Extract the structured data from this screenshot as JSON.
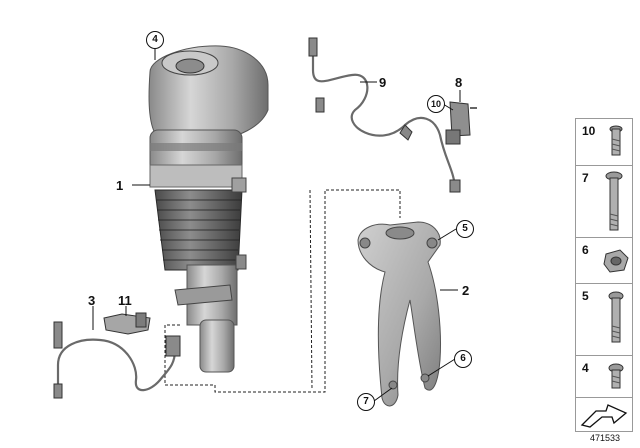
{
  "callouts": {
    "part_1": "1",
    "part_2": "2",
    "part_3": "3",
    "part_4": "4",
    "part_5": "5",
    "part_6": "6",
    "part_7": "7",
    "part_8": "8",
    "part_9": "9",
    "part_10": "10",
    "part_11": "11"
  },
  "legend": {
    "items": [
      "10",
      "7",
      "6",
      "5",
      "4"
    ]
  },
  "document_number": "471533",
  "colors": {
    "part_fill": "#b5b5b5",
    "part_dark": "#6f6f6f",
    "part_light": "#d9d9d9",
    "line": "#111111"
  }
}
